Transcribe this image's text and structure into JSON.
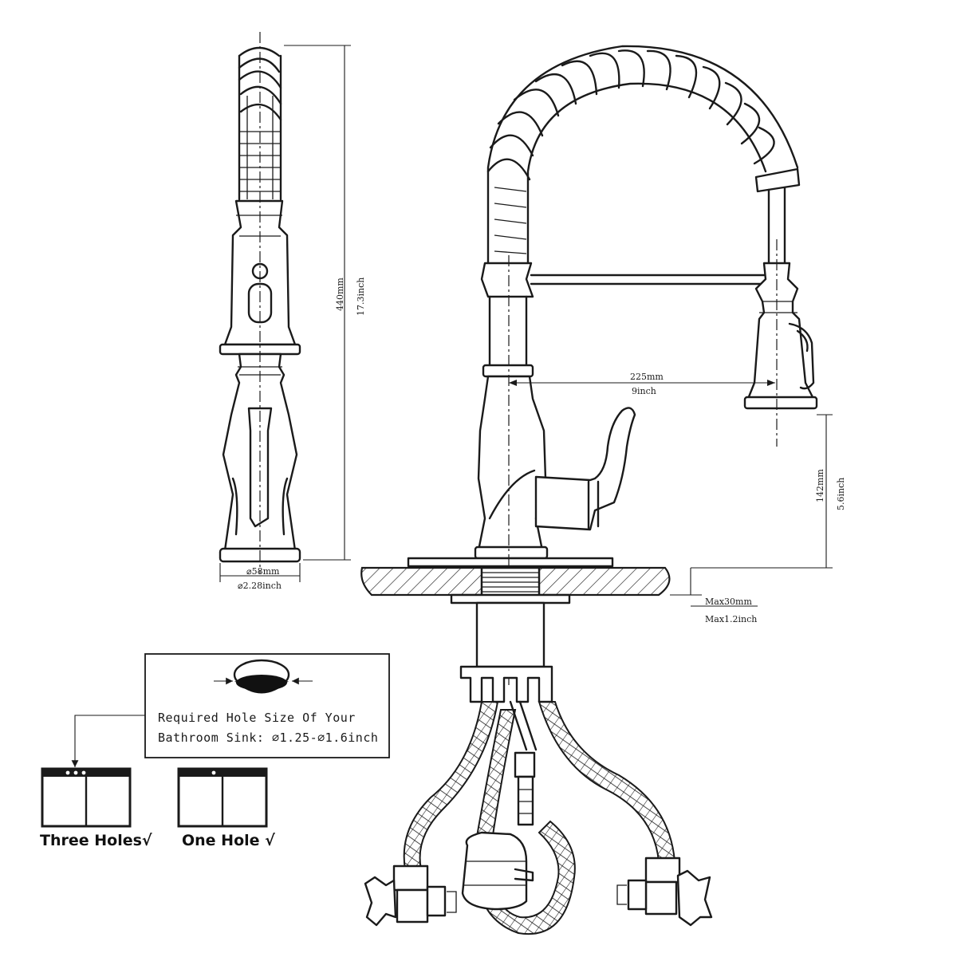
{
  "dimensions": {
    "height_mm": "440mm",
    "height_inch": "17.3inch",
    "base_dia_mm": "⌀58mm",
    "base_dia_inch": "⌀2.28inch",
    "reach_mm": "225mm",
    "reach_inch": "9inch",
    "spout_height_mm": "142mm",
    "spout_height_inch": "5.6inch",
    "deck_max_mm": "Max30mm",
    "deck_max_inch": "Max1.2inch"
  },
  "hole_note": {
    "line1": "Required Hole Size Of Your",
    "line2": "Bathroom Sink: ⌀1.25-⌀1.6inch"
  },
  "sink_options": [
    {
      "label": "Three Holes√"
    },
    {
      "label": "One Hole √"
    }
  ],
  "colors": {
    "line": "#1a1a1a",
    "background": "#ffffff"
  }
}
